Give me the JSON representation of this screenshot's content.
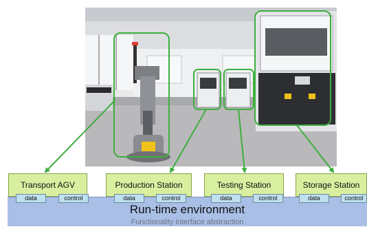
{
  "runtime": {
    "title": "Run-time environment",
    "subtitle": "Functionality interface abstraction"
  },
  "modules": [
    {
      "name": "Transport AGV",
      "data_label": "data",
      "control_label": "control"
    },
    {
      "name": "Production Station",
      "data_label": "data",
      "control_label": "control"
    },
    {
      "name": "Testing Station",
      "data_label": "data",
      "control_label": "control"
    },
    {
      "name": "Storage Station",
      "data_label": "data",
      "control_label": "control"
    }
  ],
  "colors": {
    "highlight": "#3fae3f",
    "module_fill": "#d9efa0",
    "port_fill": "#bfe0ef",
    "runtime_fill": "#a9bfe6"
  }
}
